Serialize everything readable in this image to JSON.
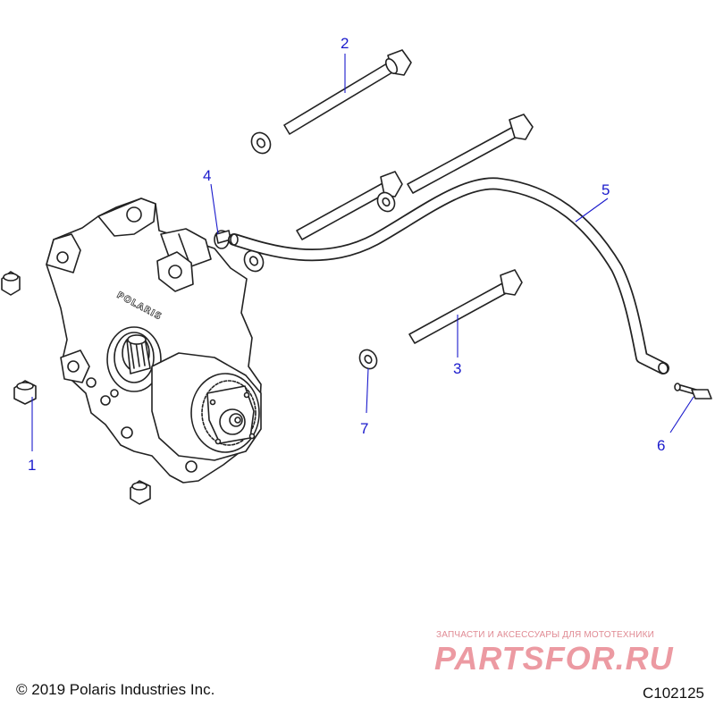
{
  "diagram": {
    "callouts": [
      "1",
      "2",
      "3",
      "4",
      "5",
      "6",
      "7"
    ],
    "copyright": "© 2019 Polaris Industries Inc.",
    "figure_id": "C102125",
    "housing_brand": "POLARIS"
  },
  "watermark": {
    "tagline": "ЗАПЧАСТИ И АКСЕССУАРЫ ДЛЯ МОТОТЕХНИКИ",
    "logo": "PARTSFOR.RU"
  },
  "colors": {
    "callout": "#1a1acc",
    "line_art": "#222222",
    "watermark": "#ec9aa2"
  }
}
